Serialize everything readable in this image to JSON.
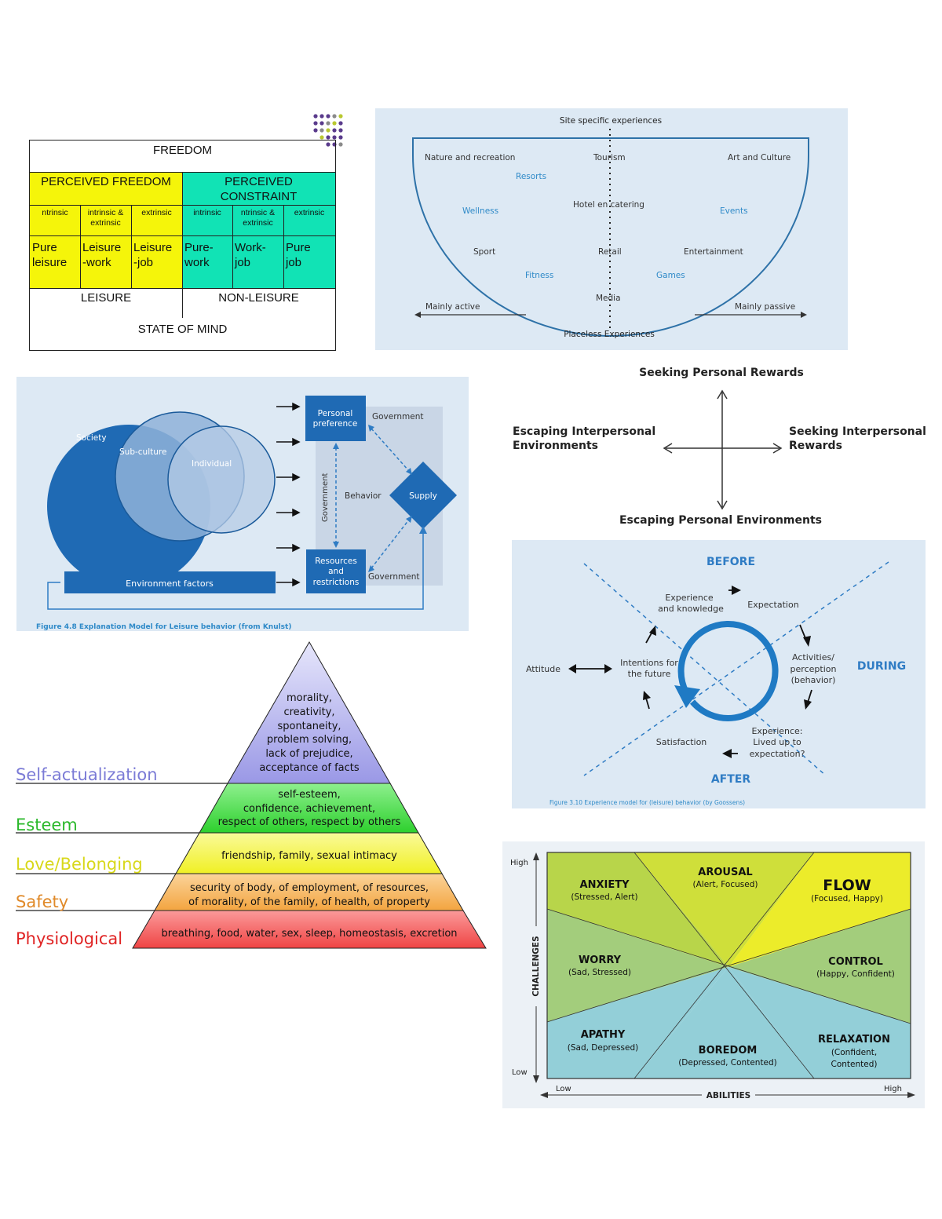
{
  "freedom_model": {
    "title": "FREEDOM",
    "perceived_freedom": "PERCEIVED FREEDOM",
    "perceived_constraint_line1": "PERCEIVED",
    "perceived_constraint_line2": "CONSTRAINT",
    "motivation": [
      "ntrinsic",
      "intrinsic &",
      "extrinsic",
      "intrinsic",
      "ntrinsic &",
      "extrinsic"
    ],
    "motivation_sub": [
      "extrinsic",
      "extrinsic"
    ],
    "categories": [
      {
        "l1": "Pure",
        "l2": "leisure"
      },
      {
        "l1": "Leisure",
        "l2": "-work"
      },
      {
        "l1": "Leisure",
        "l2": "-job"
      },
      {
        "l1": "Pure-",
        "l2": "work"
      },
      {
        "l1": "Work-",
        "l2": "job"
      },
      {
        "l1": "Pure",
        "l2": "job"
      }
    ],
    "leisure": "LEISURE",
    "non_leisure": "NON-LEISURE",
    "state_of_mind": "STATE OF MIND",
    "colors": {
      "freedom": "#f5f50a",
      "constraint": "#11e3b5"
    }
  },
  "experience_arc": {
    "top": "Site specific experiences",
    "bottom": "Placeless Experiences",
    "left_arrow": "Mainly active",
    "right_arrow": "Mainly passive",
    "labels_dark": [
      "Nature and recreation",
      "Tourism",
      "Art and Culture",
      "Hotel en catering",
      "Sport",
      "Retail",
      "Entertainment",
      "Media"
    ],
    "labels_blue": [
      "Resorts",
      "Wellness",
      "Events",
      "Fitness",
      "Games"
    ]
  },
  "explanation_model": {
    "society": "Society",
    "subculture": "Sub-culture",
    "individual": "Individual",
    "personal_l1": "Personal",
    "personal_l2": "preference",
    "resources_l1": "Resources",
    "resources_l2": "and",
    "resources_l3": "restrictions",
    "government": "Government",
    "behavior": "Behavior",
    "supply": "Supply",
    "environment": "Environment factors",
    "caption": "Figure 4.8 Explanation Model for Leisure behavior (from Knulst)"
  },
  "seeking_escaping": {
    "top": "Seeking Personal Rewards",
    "bottom": "Escaping Personal Environments",
    "left_l1": "Escaping Interpersonal",
    "left_l2": "Environments",
    "right_l1": "Seeking Interpersonal",
    "right_l2": "Rewards"
  },
  "experience_model": {
    "before": "BEFORE",
    "during": "DURING",
    "after": "AFTER",
    "exp_l1": "Experience",
    "exp_l2": "and knowledge",
    "expectation": "Expectation",
    "act_l1": "Activities/",
    "act_l2": "perception",
    "act_l3": "(behavior)",
    "eval_l1": "Experience:",
    "eval_l2": "Lived up to",
    "eval_l3": "expectation?",
    "satisfaction": "Satisfaction",
    "int_l1": "Intentions for",
    "int_l2": "the future",
    "attitude": "Attitude",
    "caption": "Figure 3.10 Experience model for (leisure) behavior (by Goossens)"
  },
  "maslow": {
    "levels": [
      {
        "name": "Self-actualization",
        "color": "#7b7bd6"
      },
      {
        "name": "Esteem",
        "color": "#2ab82a"
      },
      {
        "name": "Love/Belonging",
        "color": "#d8d81a"
      },
      {
        "name": "Safety",
        "color": "#e08a2a"
      },
      {
        "name": "Physiological",
        "color": "#e02424"
      }
    ],
    "top_text": [
      "morality,",
      "creativity,",
      "spontaneity,",
      "problem solving,",
      "lack of prejudice,",
      "acceptance of facts"
    ],
    "esteem_text": [
      "self-esteem,",
      "confidence, achievement,",
      "respect of others, respect by others"
    ],
    "love_text": "friendship, family, sexual intimacy",
    "safety_text": [
      "security of body, of employment, of resources,",
      "of morality, of the family, of health, of property"
    ],
    "phys_text": "breathing, food, water, sex, sleep, homeostasis, excretion"
  },
  "flow_model": {
    "y_axis": "CHALLENGES",
    "x_axis": "ABILITIES",
    "high": "High",
    "low": "Low",
    "states": [
      {
        "name": "ANXIETY",
        "sub": "(Stressed, Alert)"
      },
      {
        "name": "AROUSAL",
        "sub": "(Alert, Focused)"
      },
      {
        "name": "FLOW",
        "sub": "(Focused, Happy)"
      },
      {
        "name": "WORRY",
        "sub": "(Sad, Stressed)"
      },
      {
        "name": "CONTROL",
        "sub": "(Happy, Confident)"
      },
      {
        "name": "APATHY",
        "sub": "(Sad, Depressed)"
      },
      {
        "name": "BOREDOM",
        "sub": "(Depressed, Contented)"
      },
      {
        "name": "RELAXATION",
        "sub1": "(Confident,",
        "sub2": "Contented)"
      }
    ]
  }
}
